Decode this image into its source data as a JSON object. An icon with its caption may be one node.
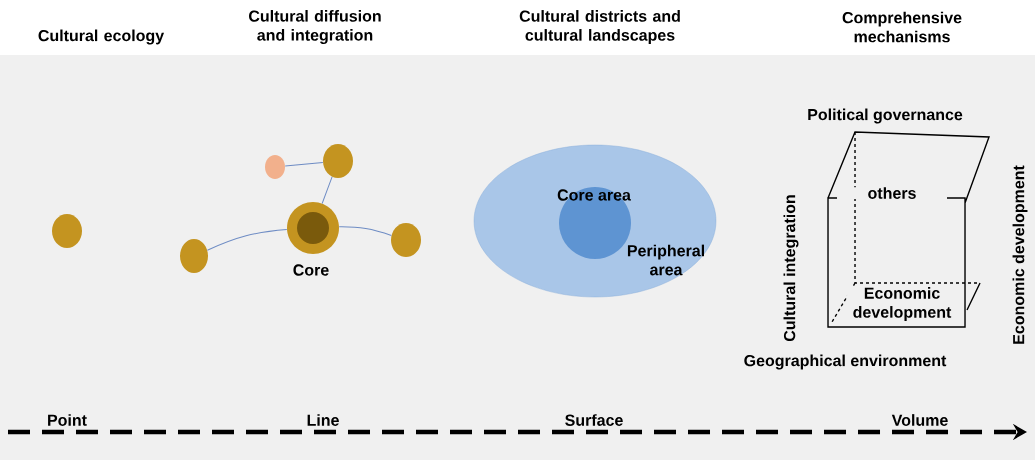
{
  "diagram": {
    "nodes": [
      {
        "text": [],
        "shape": "circle"
      },
      {
        "text": [],
        "shape": "circle"
      },
      {
        "text": [],
        "shape": "circle"
      },
      {
        "text": [],
        "shape": "circle"
      },
      {
        "text": [
          "Core"
        ]
      },
      {
        "text": [],
        "shape": "circle"
      },
      {
        "text": [
          "Peripheral area"
        ]
      },
      {
        "text": [
          "Core area"
        ],
        "in": 6
      },
      {
        "text": [
          "others",
          "Economic development"
        ]
      }
    ],
    "edges": [
      {
        "from": 1,
        "to": 4,
        "arrow": "none"
      },
      {
        "from": 2,
        "to": 3,
        "arrow": "none"
      },
      {
        "from": 3,
        "to": 4,
        "arrow": "none"
      },
      {
        "from": 4,
        "to": 5,
        "arrow": "none"
      }
    ],
    "labels": [
      "Cultural ecology",
      "Cultural diffusion and integration",
      "Cultural districts and cultural landscapes",
      "Comprehensive mechanisms",
      "Political governance",
      "Cultural integration",
      "Economic development",
      "Geographical environment",
      "Point",
      "Line",
      "Surface",
      "Volume"
    ]
  }
}
